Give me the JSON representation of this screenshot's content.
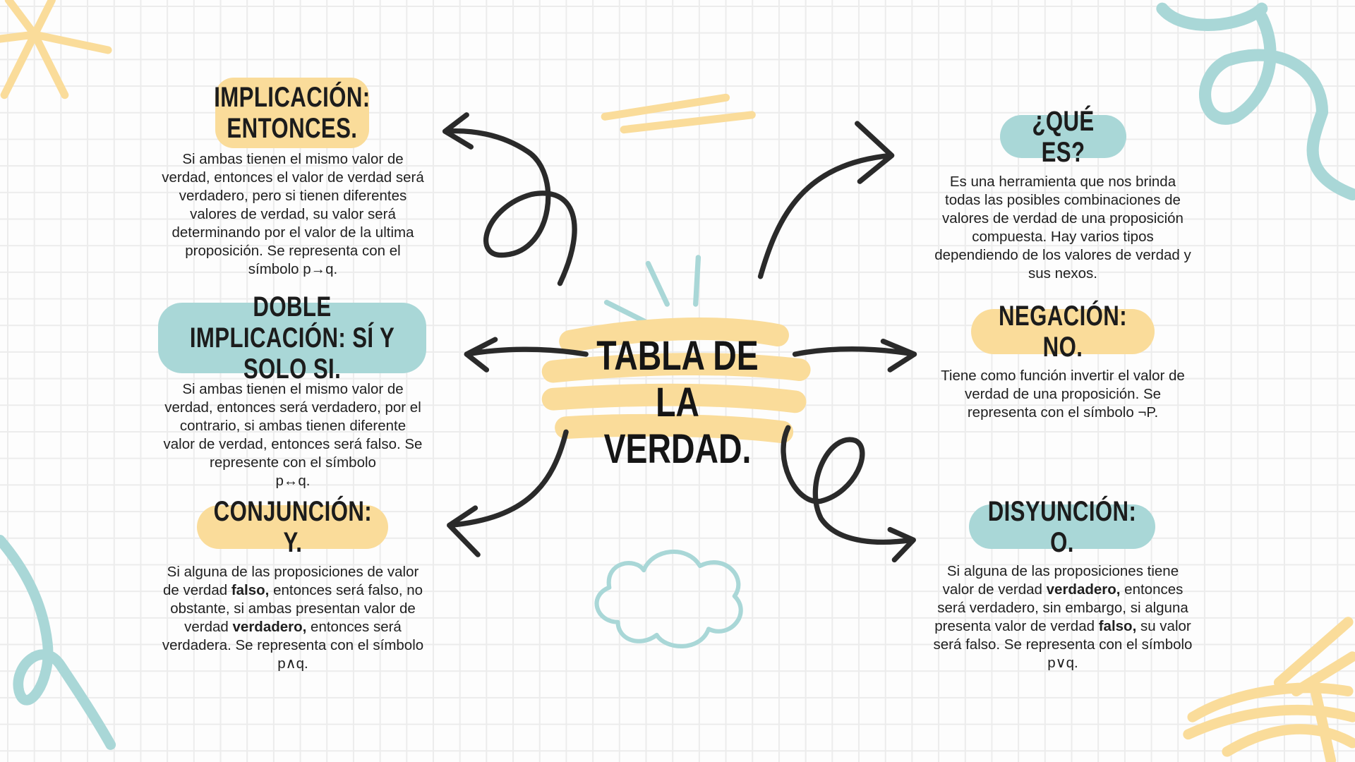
{
  "title": "TABLA DE\nLA VERDAD.",
  "colors": {
    "yellow": "#fadc9a",
    "teal": "#a9d7d7",
    "ink": "#1f1f1f"
  },
  "sections": {
    "implicacion": {
      "header": "IMPLICACIÓN:\nENTONCES.",
      "text": "Si ambas tienen el mismo valor de\nverdad, entonces el valor de verdad será\nverdadero, pero si tienen diferentes\nvalores de verdad, su valor será\ndeterminando por el valor de la ultima\nproposición. Se representa con el\nsímbolo p→q."
    },
    "doble": {
      "header": "DOBLE IMPLICACIÓN: SÍ Y\nSOLO SI.",
      "text": "Si ambas tienen el mismo valor de\nverdad, entonces será verdadero, por el\ncontrario, si ambas tienen diferente\nvalor de verdad, entonces será falso. Se\nrepresente con el símbolo\np↔q."
    },
    "conjuncion": {
      "header": "CONJUNCIÓN: Y.",
      "text_parts": [
        "Si alguna de las proposiciones de valor\nde verdad ",
        "falso,",
        " entonces será falso, no\nobstante, si ambas presentan valor de\nverdad ",
        "verdadero,",
        " entonces será\nverdadera. Se representa con el símbolo\np∧q."
      ]
    },
    "que_es": {
      "header": "¿QUÉ ES?",
      "text": "Es una herramienta que nos brinda\ntodas las posibles combinaciones de\nvalores de verdad de una proposición\ncompuesta. Hay varios tipos\ndependiendo de los valores de verdad y\nsus nexos."
    },
    "negacion": {
      "header": "NEGACIÓN: NO.",
      "text": "Tiene como función invertir el valor de\nverdad de una proposición. Se\nrepresenta con el símbolo ¬P."
    },
    "disyuncion": {
      "header": "DISYUNCIÓN: O.",
      "text_parts": [
        "Si alguna de las proposiciones tiene\nvalor de verdad ",
        "verdadero,",
        " entonces\nserá verdadero, sin embargo, si alguna\npresenta valor de verdad ",
        "falso,",
        " su valor\nserá falso. Se representa con el símbolo\np∨q."
      ]
    }
  }
}
